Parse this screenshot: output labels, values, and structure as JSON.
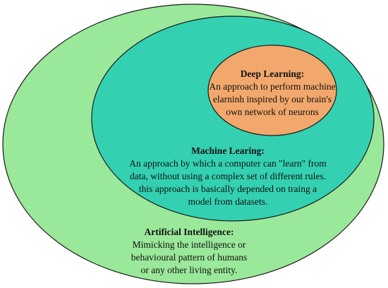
{
  "diagram": {
    "colors": {
      "ai_fill": "#9ae89a",
      "ml_fill": "#33d1b2",
      "dl_fill": "#f2a86c",
      "stroke": "#1a1a1a"
    },
    "layers": [
      {
        "title": "Artificial Intelligence:",
        "description": "Mimicking the intelligence or\nbehavioural pattern of humans\nor any other living entity."
      },
      {
        "title": "Machine Learing:",
        "description": "An approach by which a computer can \"learn\" from\ndata, without using a complex set of different rules.\nthis approach is basically depended on traing a\nmodel from datasets."
      },
      {
        "title": "Deep Learning:",
        "description": "An approach to perform machine\nelarninh inspired by our brain's\nown network of neurons"
      }
    ]
  }
}
